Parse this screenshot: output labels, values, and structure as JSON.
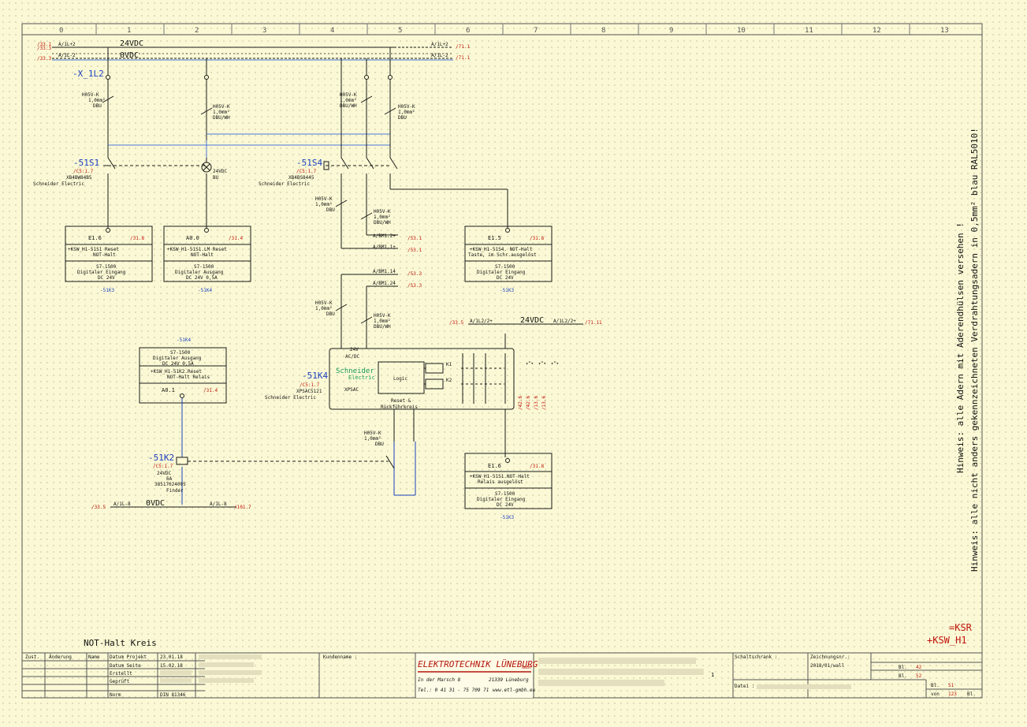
{
  "title": "NOT-Halt Kreis",
  "columns": [
    "0",
    "1",
    "2",
    "3",
    "4",
    "5",
    "6",
    "7",
    "8",
    "9",
    "10",
    "11",
    "12",
    "13"
  ],
  "buses": {
    "v24": {
      "label": "24VDC",
      "left_tag": "A/1L+2",
      "right_tag": "A/1L+2",
      "left_ref": "/33.1",
      "right_ref": "/71.1"
    },
    "v0": {
      "label": "0VDC",
      "left_tag": "A/1L-2",
      "right_tag": "A/1L-2",
      "left_ref": "/33.3",
      "right_ref": "/71.1"
    },
    "third": {
      "left_ref": "/33.3"
    }
  },
  "terminal": {
    "name": "-X_1L2"
  },
  "wires": {
    "w1": [
      "H05V-K",
      "1,0mm²",
      "DBU"
    ],
    "w2": [
      "H05V-K",
      "1,0mm²",
      "DBU/WH"
    ],
    "w3": [
      "H05V-K",
      "1,0mm²",
      "DBU/WH"
    ],
    "w4": [
      "H05V-K",
      "1,0mm²",
      "DBU"
    ],
    "w5": [
      "H05V-K",
      "1,0mm²",
      "DBU"
    ],
    "w6": [
      "H05V-K",
      "1,0mm²",
      "DBU/WH"
    ],
    "w7": [
      "H05V-K",
      "1,0mm²",
      "DBU"
    ],
    "w8": [
      "H05V-K",
      "1,0mm²",
      "DBU/WH"
    ],
    "w9": [
      "H05V-K",
      "1,0mm²",
      "DBU"
    ]
  },
  "s1": {
    "name": "-51S1",
    "ref": "/C5:1.7",
    "part": "XB4BW84B5",
    "maker": "Schneider Electric"
  },
  "lamp": {
    "label": "24VDC",
    "color": "BU"
  },
  "s4": {
    "name": "-51S4",
    "ref": "/C5:1.7",
    "part": "XB4BS8445",
    "maker": "Schneider Electric"
  },
  "cables": [
    {
      "tag": "A/BM1.2+",
      "ref": "/53.1"
    },
    {
      "tag": "A/BM1.1+",
      "ref": "/53.1"
    },
    {
      "tag": "A/BM1.14",
      "ref": "/53.3"
    },
    {
      "tag": "A/BM1.24",
      "ref": "/53.3"
    }
  ],
  "io": {
    "b1": {
      "addr": "E1.6",
      "ref": "/31.8",
      "desc": "+KSW_H1-51S1 Reset",
      "desc2": "NOT-Halt",
      "module": "S7-1500",
      "type": "Digitaler Eingang",
      "volt": "DC 24V",
      "loc": "-51K3"
    },
    "b2": {
      "addr": "A0.0",
      "ref": "/31.4",
      "desc": "+KSW_H1-51S1.LM Reset",
      "desc2": "NOT-Halt",
      "module": "S7-1500",
      "type": "Digitaler Ausgang",
      "volt": "DC 24V 0,5A",
      "loc": "-51K4"
    },
    "b3": {
      "addr": "E1.5",
      "ref": "/31.8",
      "desc": "+KSW_H1-51S4. NOT-Halt",
      "desc2": "Taste, im Schr.ausgelöst",
      "module": "S7-1500",
      "type": "Digitaler Eingang",
      "volt": "DC 24V",
      "loc": "-51K3"
    },
    "b4": {
      "loc": "-51K4",
      "module": "S7-1500",
      "type": "Digitaler Ausgang",
      "volt": "DC 24V 0,5A",
      "desc": "+KSW_H1-51K2.Reset",
      "desc2": "NOT-Halt Relais",
      "addr": "A0.1",
      "ref": "/31.4"
    },
    "b5": {
      "addr": "E1.6",
      "ref": "/31.8",
      "desc": "+KSW_H1-51S1.NOT-Halt",
      "desc2": "Relais ausgelöst",
      "module": "S7-1500",
      "type": "Digitaler Eingang",
      "volt": "DC 24V",
      "loc": "-51K3"
    }
  },
  "k4": {
    "name": "-51K4",
    "ref": "/C5:1.7",
    "part": "XPSAC5121",
    "maker": "Schneider Electric",
    "brand": "Schneider",
    "brand2": "Electric",
    "model": "XPSAC",
    "supply": "24V",
    "supply2": "AC/DC",
    "logic": "Logic",
    "k1": "K1",
    "k2": "K2",
    "reset": "Reset &",
    "reset2": "Rückführkreis"
  },
  "k4_bus": {
    "left_ref": "/33.5",
    "left_tag": "A/1L2/2+",
    "label": "24VDC",
    "right_tag": "A/1L2/2+",
    "right_ref": "/71.11"
  },
  "k4_side_refs": [
    "/42.6",
    "/42.6",
    "/13.6",
    "/13.6"
  ],
  "k2": {
    "name": "-51K2",
    "ref": "/C5:1.7",
    "v": "24VDC",
    "a": "6A",
    "part": "38517024005",
    "maker": "Finder"
  },
  "bottom_bus": {
    "left_ref": "/33.5",
    "left_tag": "A/1L-8",
    "label": "0VDC",
    "right_tag": "A/1L-8",
    "right_ref": "/101.7"
  },
  "side_note": {
    "line1": "Hinweis: alle Adern mit Aderendhülsen versehen !",
    "line2": "Hinweis: alle nicht anders gekennzeichneten Verdrahtungsadern in 0,5mm² blau RAL5010!"
  },
  "location": {
    "l1": "=KSR",
    "l2": "+KSW_H1"
  },
  "titleblock": {
    "h_zust": "Zust.",
    "h_aend": "Änderung",
    "h_name": "Name",
    "datum_projekt": "Datum Projekt",
    "datum_projekt_v": "23.01.18",
    "datum_seite": "Datum Seite",
    "datum_seite_v": "15.02.18",
    "erstellt": "Erstellt",
    "geprueft": "Geprüft",
    "norm": "Norm",
    "norm_v": "DIN 81346",
    "kunde": "Kundenname :",
    "co_name": "ELEKTROTECHNIK LÜNEBURG",
    "co_gmbh": "GmbH",
    "co_addr": "In der Marsch 8",
    "co_city": "21339 Lüneburg",
    "co_tel": "Tel.: 0 41 31 - 75 709 71",
    "co_web": "www.etl-gmbh.eu",
    "schalt": "Schaltschrank :",
    "zeich": "Zeichnungsnr.:",
    "zeich_v": "2018/01/wall",
    "datei": "Datei :",
    "bl1": "Bl.",
    "bl1_v": "42",
    "bl2": "Bl.",
    "bl2_v": "52",
    "bl3": "Bl.",
    "bl3_v": "51",
    "von": "von",
    "von_v": "123",
    "bl4": "Bl.",
    "page_mark": "1"
  }
}
